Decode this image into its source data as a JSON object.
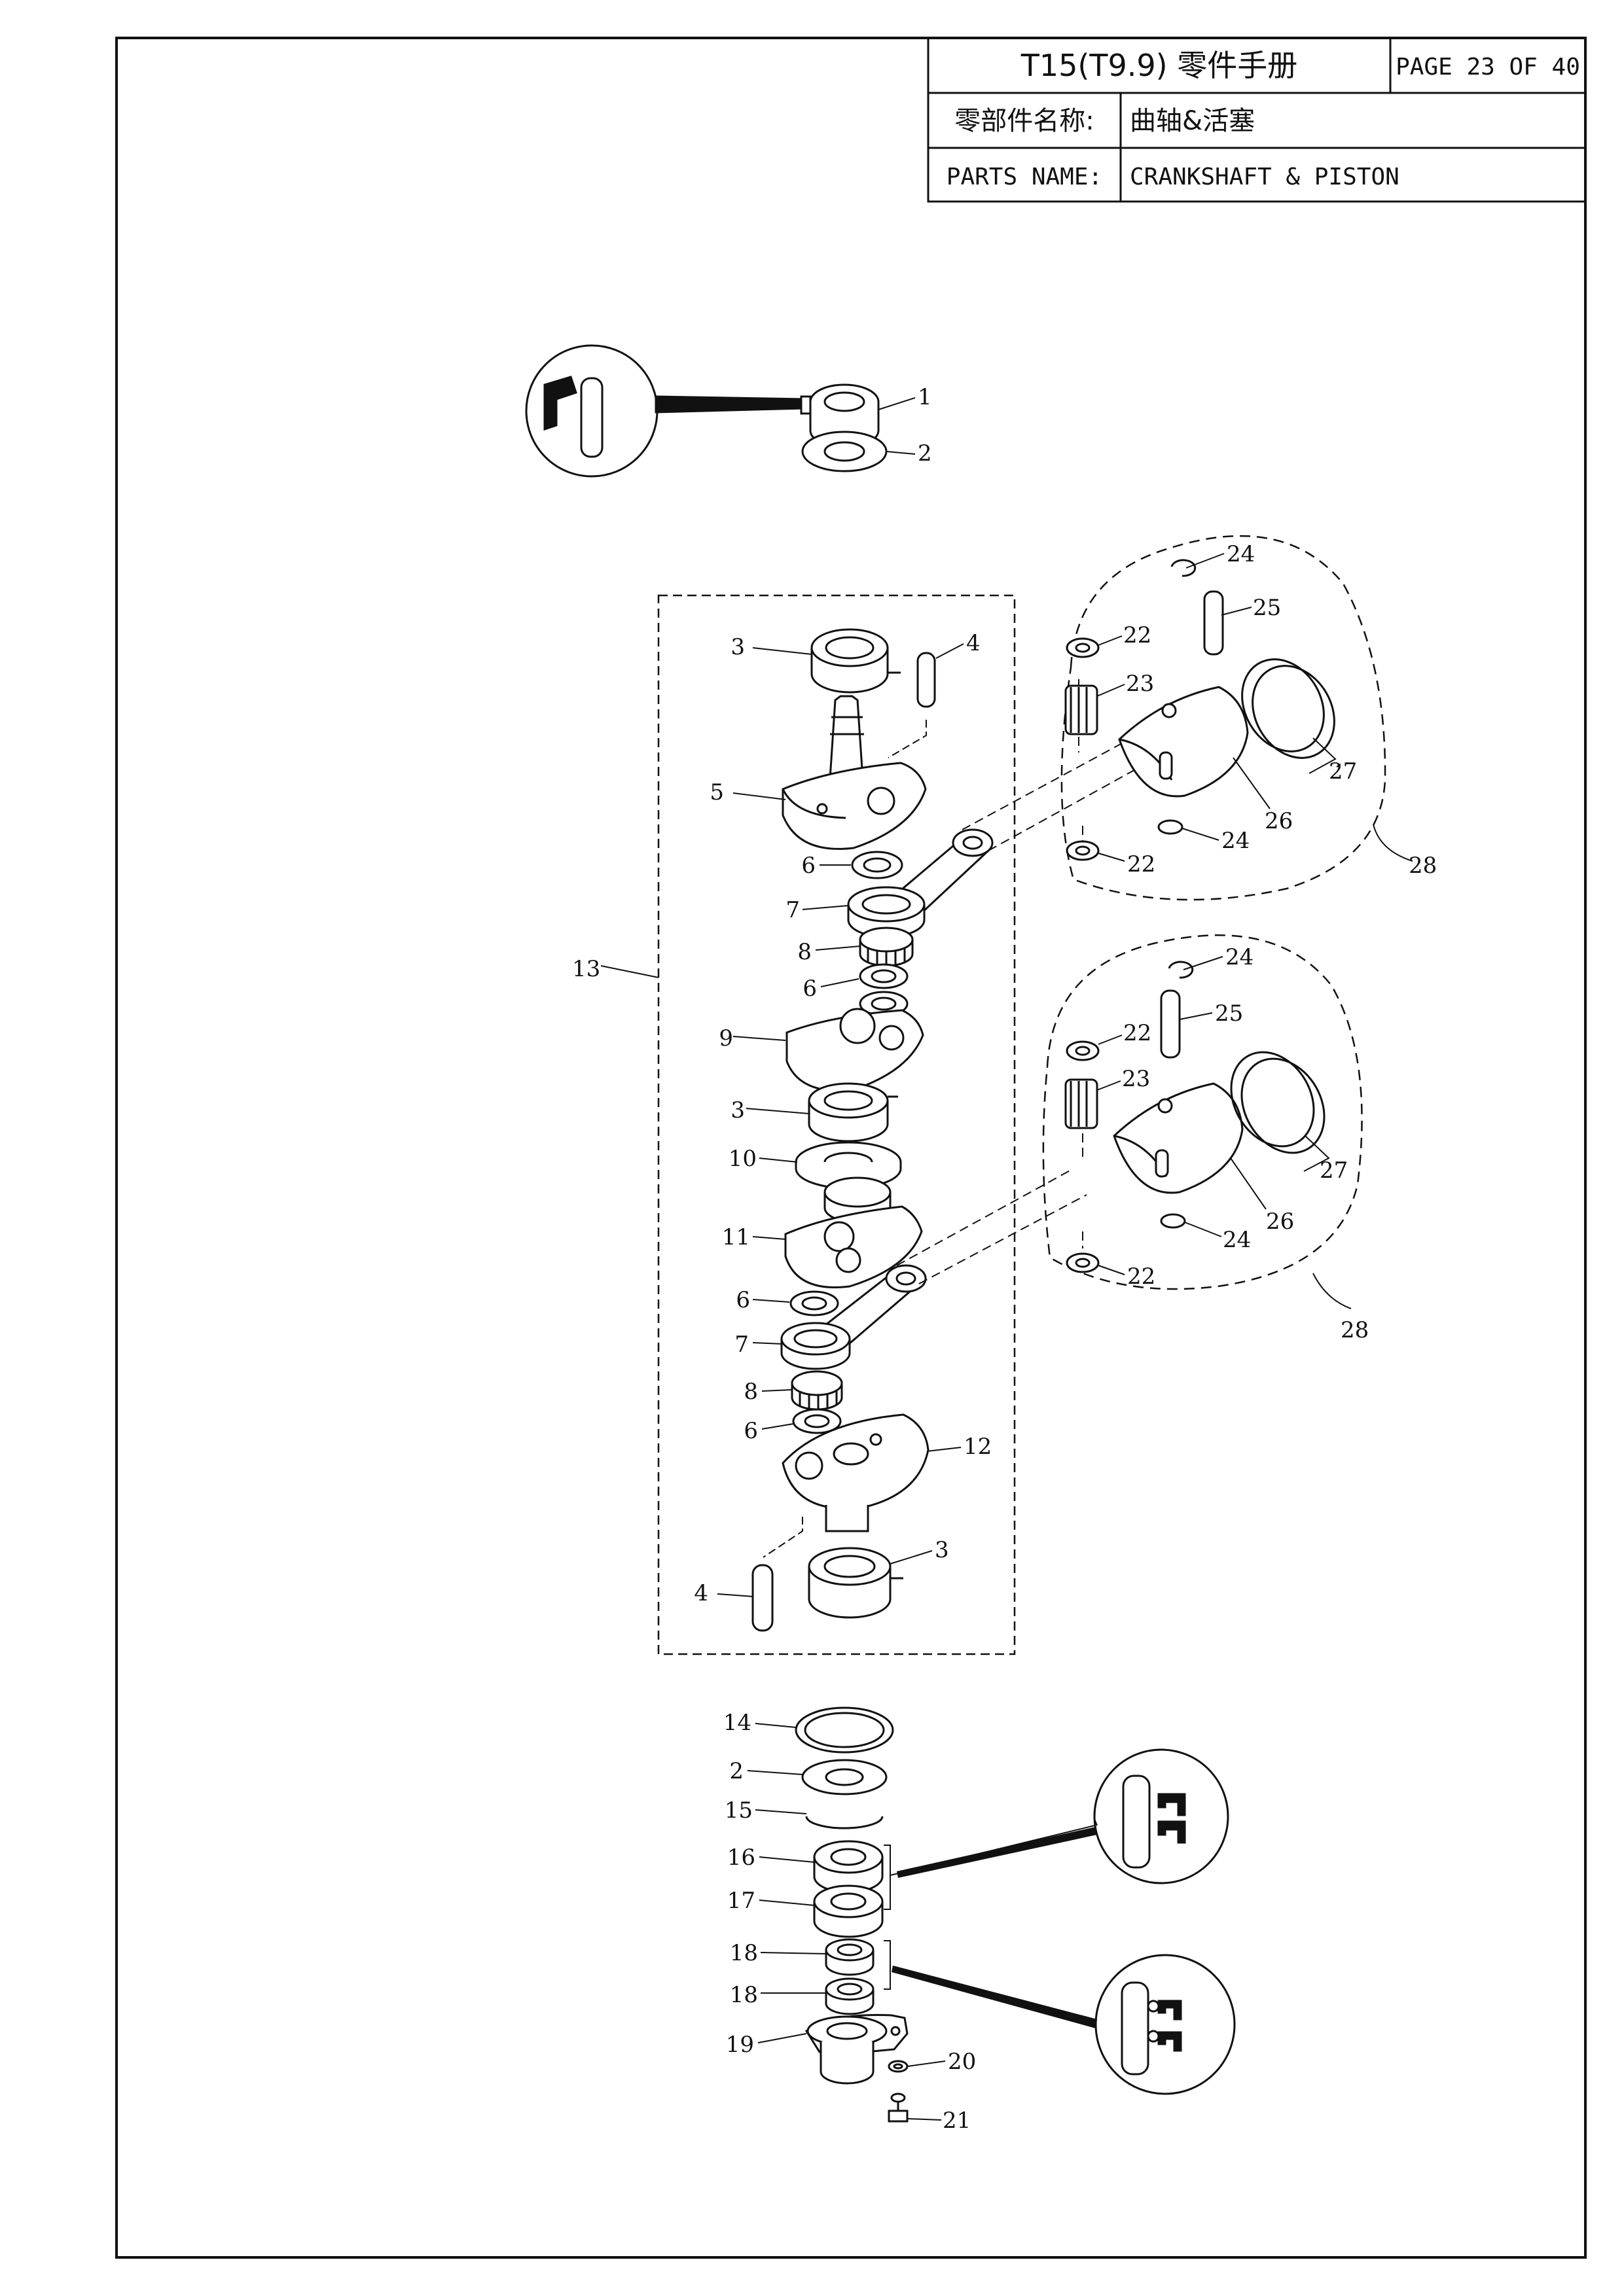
{
  "header": {
    "title": "T15(T9.9) 零件手册",
    "page": "PAGE 23 OF 40",
    "parts_name_cn_label": "零部件名称:",
    "parts_name_cn_value": "曲轴&活塞",
    "parts_name_en_label": "PARTS NAME:",
    "parts_name_en_value": "CRANKSHAFT & PISTON"
  },
  "callouts": {
    "c1": "1",
    "c2a": "2",
    "c2b": "2",
    "c3a": "3",
    "c3b": "3",
    "c3c": "3",
    "c4a": "4",
    "c4b": "4",
    "c5": "5",
    "c6a": "6",
    "c6b": "6",
    "c6c": "6",
    "c6d": "6",
    "c7a": "7",
    "c7b": "7",
    "c8a": "8",
    "c8b": "8",
    "c9": "9",
    "c10": "10",
    "c11": "11",
    "c12": "12",
    "c13": "13",
    "c14": "14",
    "c15": "15",
    "c16": "16",
    "c17": "17",
    "c18a": "18",
    "c18b": "18",
    "c19": "19",
    "c20": "20",
    "c21": "21",
    "c22a": "22",
    "c22b": "22",
    "c22c": "22",
    "c22d": "22",
    "c23a": "23",
    "c23b": "23",
    "c24a": "24",
    "c24b": "24",
    "c24c": "24",
    "c24d": "24",
    "c25a": "25",
    "c25b": "25",
    "c26a": "26",
    "c26b": "26",
    "c27a": "27",
    "c27b": "27",
    "c28a": "28",
    "c28b": "28"
  }
}
